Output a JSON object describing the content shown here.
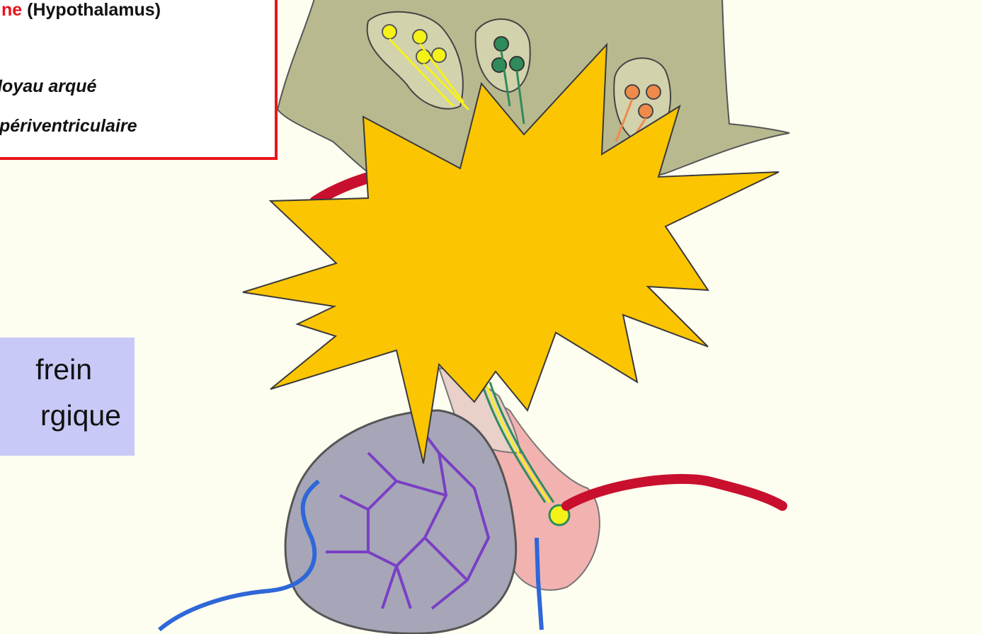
{
  "callout": {
    "line1_red": "ne",
    "line1_rest": " (Hypothalamus)",
    "line2": "Noyau arqué",
    "line3": "périventriculaire"
  },
  "label_box": {
    "line1": "frein",
    "line2": "rgique"
  },
  "colors": {
    "background": "#fefef0",
    "hypothalamus": "#b9b98f",
    "burst": "#fbc502",
    "blood_vessel_red": "#c8102e",
    "portal_vein": "#7b3fc4",
    "anterior_pituitary": "#a6a6b8",
    "posterior_pituitary": "#f2b3b0",
    "neurons_yellow": "#f5f21a",
    "neurons_green": "#2e8c5a",
    "neurons_orange": "#f08a4b",
    "vein_blue": "#2f67d8",
    "callout_border": "#e8141a",
    "label_box_bg": "#c9c9f8"
  }
}
